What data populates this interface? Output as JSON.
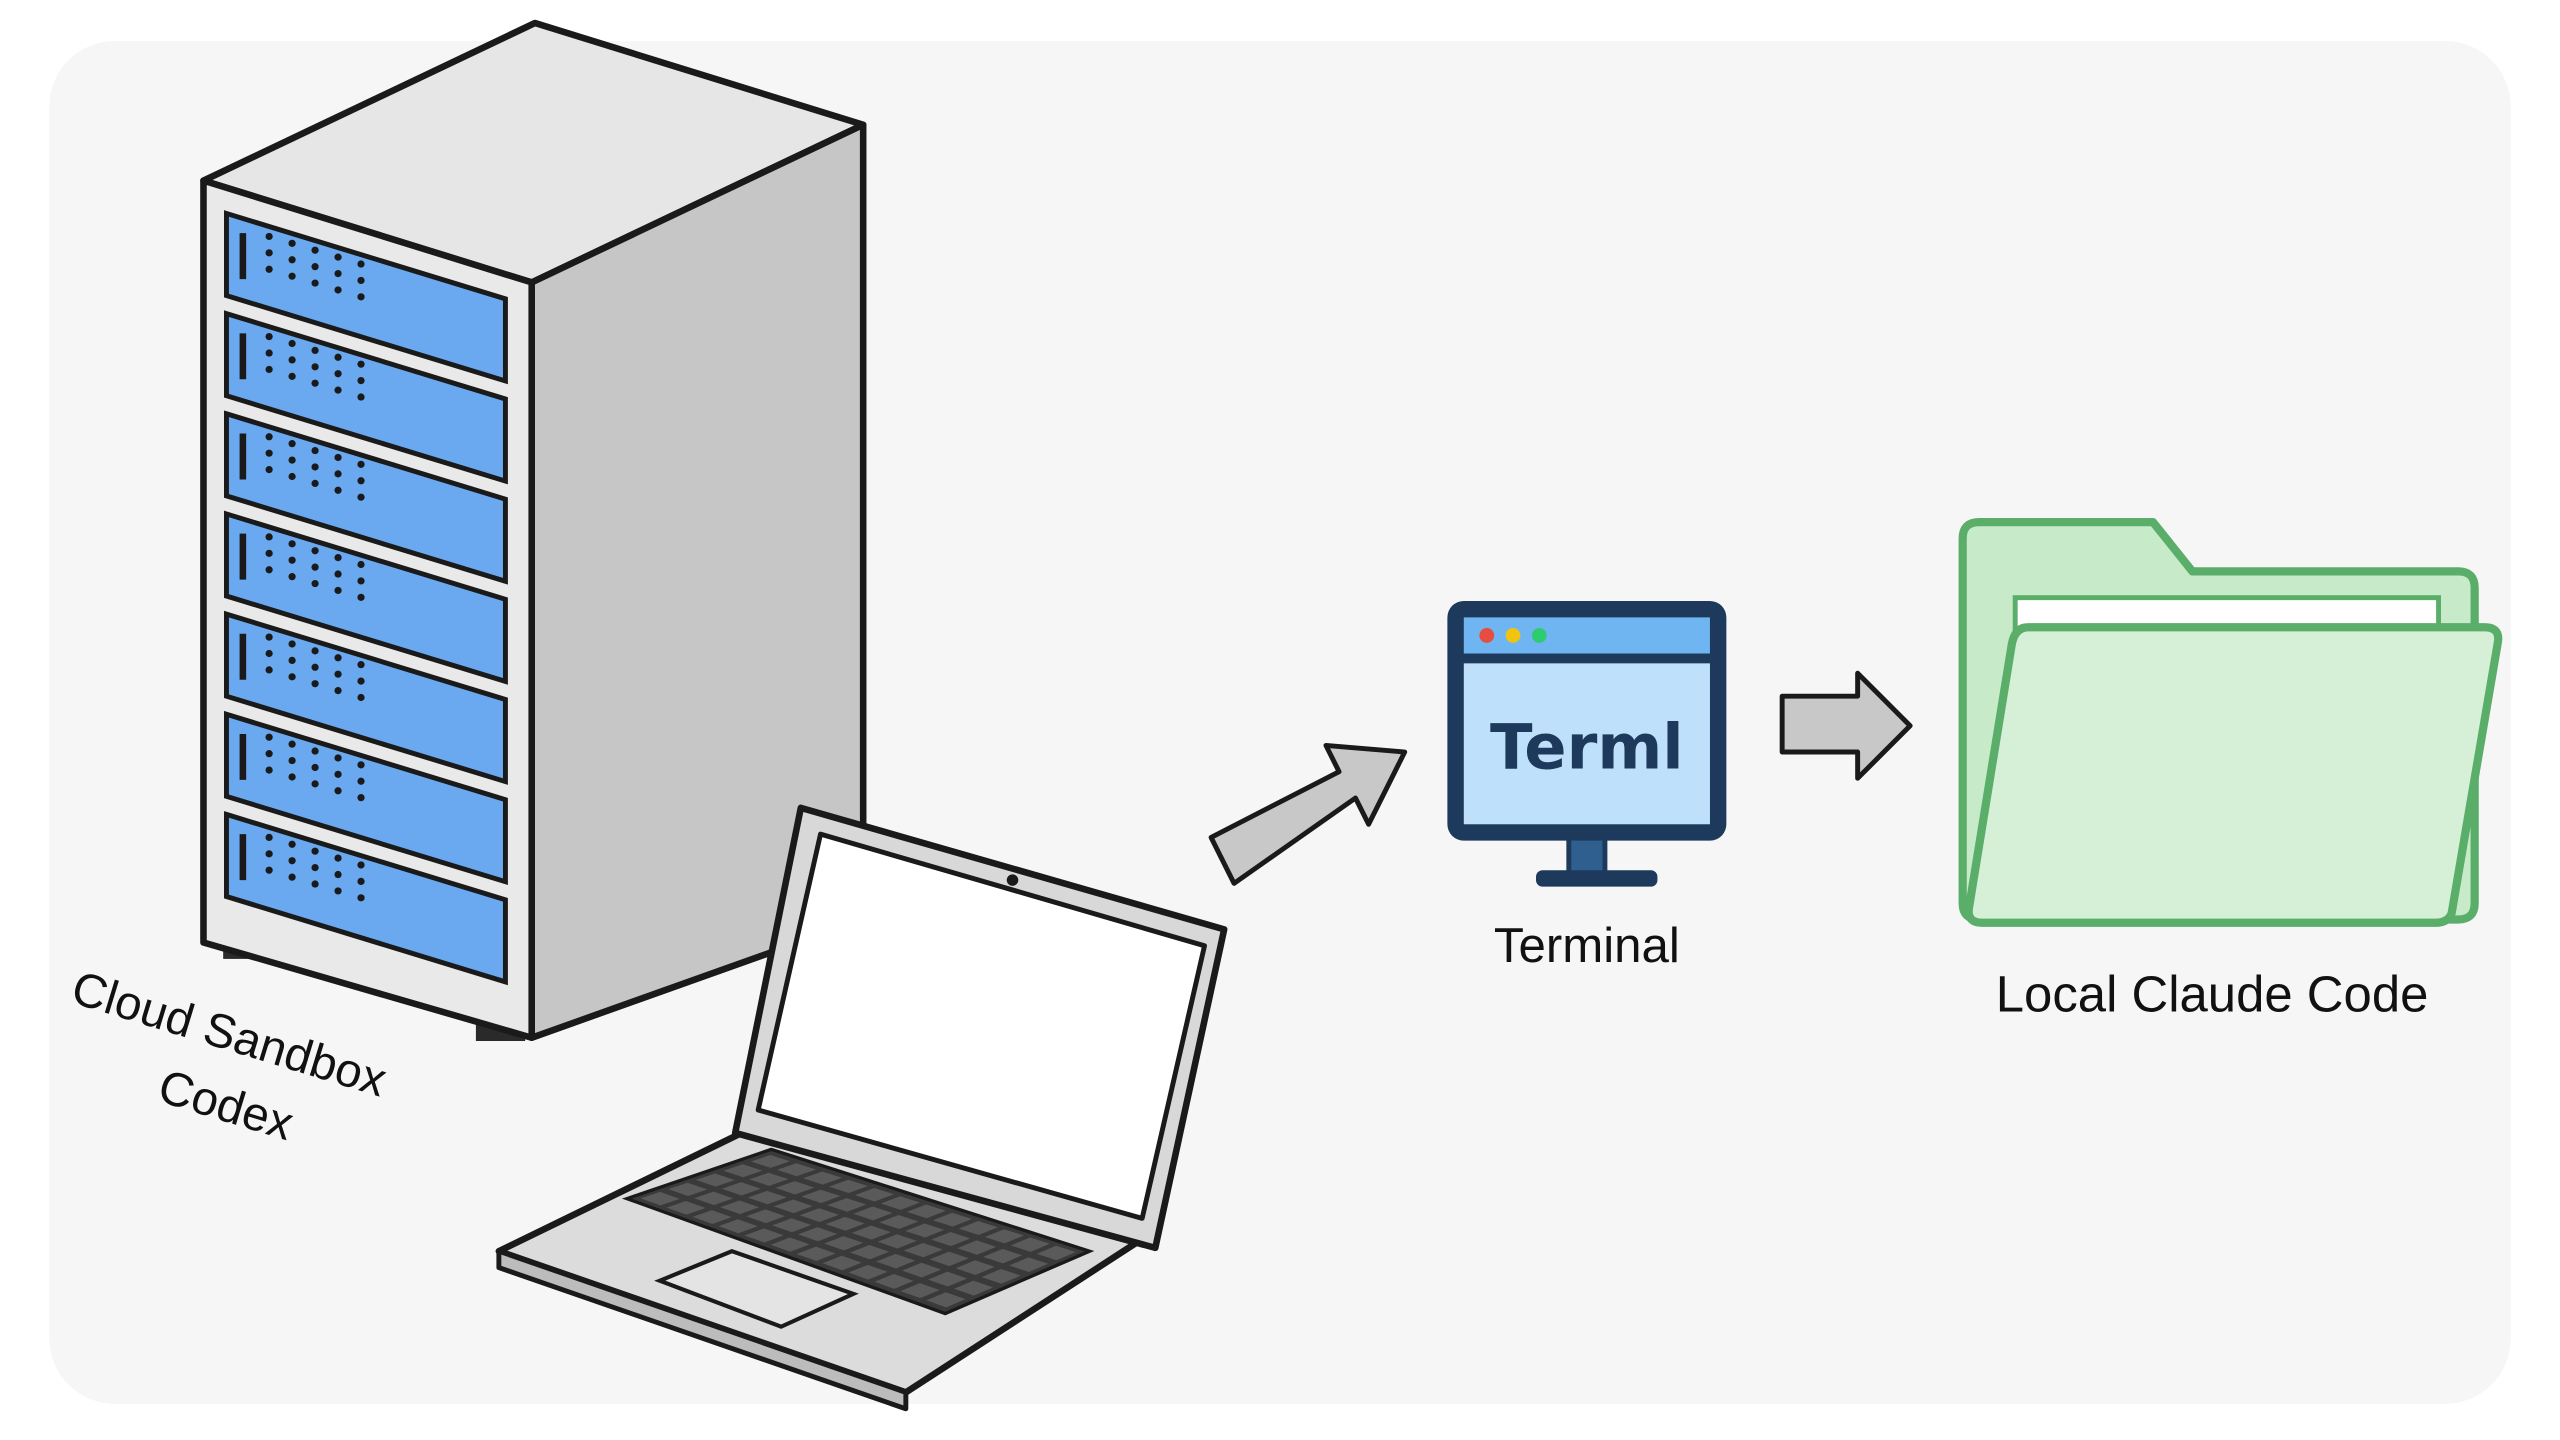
{
  "labels": {
    "server_line1": "Cloud Sandbox",
    "server_line2": "Codex",
    "terminal_screen": "Terml",
    "terminal_caption": "Terminal",
    "folder_caption": "Local Claude Code"
  },
  "icons": {
    "server": "server-rack-icon",
    "laptop": "laptop-icon",
    "arrow_to_terminal": "arrow-right-icon",
    "terminal": "terminal-monitor-icon",
    "arrow_to_folder": "arrow-right-icon",
    "folder": "folder-icon"
  },
  "colors": {
    "server_drive": "#6aa9f0",
    "server_body": "#d6d6d6",
    "terminal_blue": "#1d3a5c",
    "terminal_screen": "#bfe0fa",
    "folder_green": "#bfe6c2",
    "folder_stroke": "#5aae6a",
    "arrow_gray": "#c8c8c8",
    "window_dot_red": "#e74c3c",
    "window_dot_yellow": "#f1c40f",
    "window_dot_green": "#2ecc71"
  }
}
